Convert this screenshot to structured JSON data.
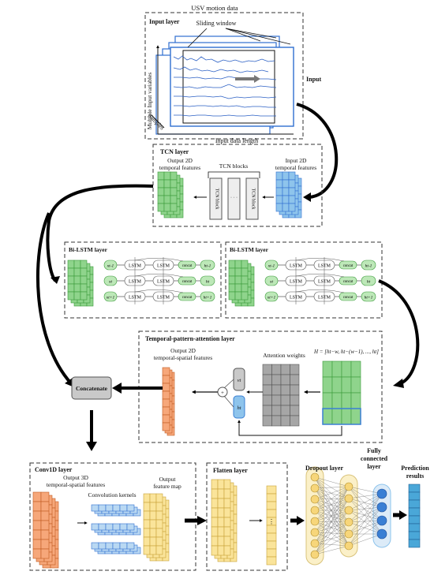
{
  "input": {
    "top_label": "USV motion data",
    "layer_title": "Input layer",
    "window_label": "Sliding window",
    "y_label": "Multiple Input variables",
    "samples_label": "Samples",
    "x_label": "Input data length",
    "side_label": "Input"
  },
  "tcn": {
    "title": "TCN layer",
    "out_label_1": "Output 2D",
    "out_label_2": "temporal features",
    "blocks_label": "TCN blocks",
    "block_text": "TCN block",
    "dots": "· · ·",
    "in_label_1": "Input 2D",
    "in_label_2": "temporal features"
  },
  "bilstm": {
    "title": "Bi-LSTM layer",
    "lstm_text": "LSTM",
    "concat_text": "concat",
    "x_labels": [
      "xt-1",
      "xt",
      "xt+1"
    ],
    "h_labels": [
      "ht-1",
      "ht",
      "ht+1"
    ]
  },
  "tpa": {
    "title": "Temporal-pattern-attention layer",
    "out_label_1": "Output 2D",
    "out_label_2": "temporal-spatial features",
    "weights_label": "Attention weights",
    "formula": "H = [ht−w, ht−(w−1), ..., ht]",
    "vt": "vt",
    "ht": "ht",
    "plus": "+"
  },
  "concat": {
    "label": "Concatenate"
  },
  "conv": {
    "title": "Conv1D layer",
    "in_label_1": "Output 3D",
    "in_label_2": "temporal-spatial features",
    "kernels_label": "Convolution kernels",
    "out_label_1": "Output",
    "out_label_2": "feature map"
  },
  "flatten": {
    "title": "Flatten layer"
  },
  "dropout": {
    "title": "Dropout layer"
  },
  "fc": {
    "title_1": "Fully",
    "title_2": "connected",
    "title_3": "layer"
  },
  "pred": {
    "title_1": "Prediction",
    "title_2": "results"
  },
  "colors": {
    "green": "#8fd48c",
    "blue": "#8ec4ec",
    "orange": "#f6a77a",
    "yellow": "#fae49a",
    "gray": "#a6a6a6",
    "node_yellow": "#f7d67a",
    "node_blue": "#3a7fd4"
  }
}
